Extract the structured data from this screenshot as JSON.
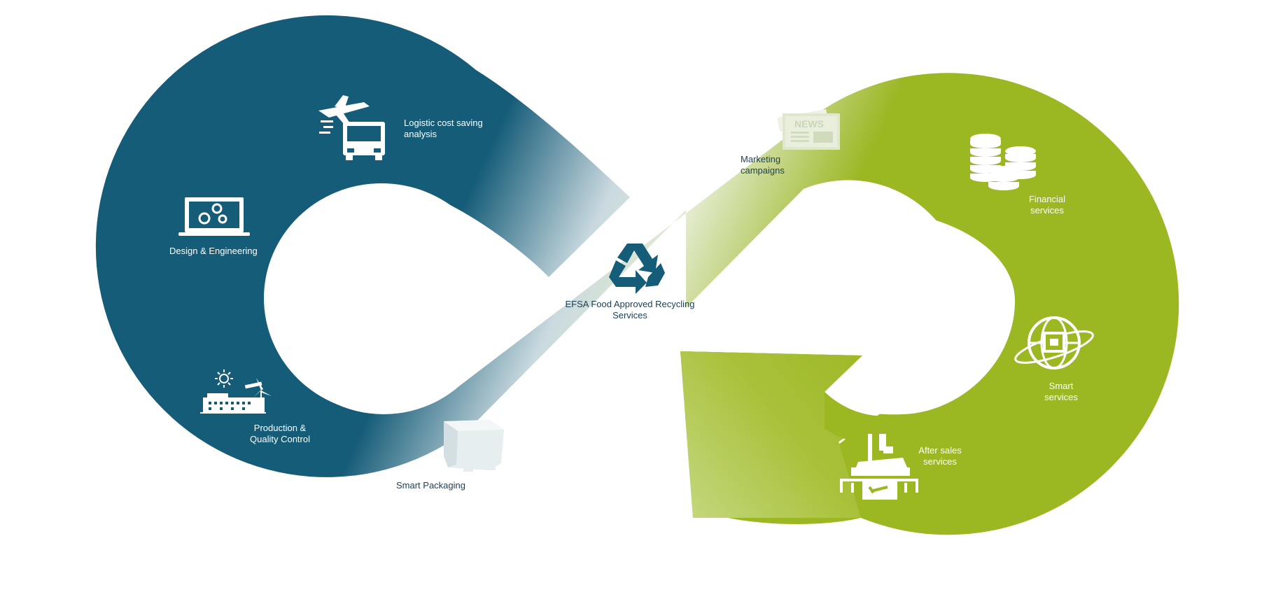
{
  "diagram": {
    "colors": {
      "blue": "#155c78",
      "pale": "#e3ecd0",
      "green": "#9bb722",
      "icon_light": "#ffffff",
      "icon_dark": "#155c78",
      "icon_pale": "#dfe8cf"
    },
    "stages": [
      {
        "id": "logistic",
        "label": "Logistic cost saving\nanalysis",
        "icon": "plane-truck-icon"
      },
      {
        "id": "design",
        "label": "Design & Engineering",
        "icon": "laptop-gears-icon"
      },
      {
        "id": "production",
        "label": "Production &\nQuality Control",
        "icon": "factory-solar-wind-icon"
      },
      {
        "id": "packaging",
        "label": "Smart Packaging",
        "icon": "smart-box-icon"
      },
      {
        "id": "recycling",
        "label": "EFSA Food Approved Recycling\nServices",
        "icon": "recycle-icon"
      },
      {
        "id": "marketing",
        "label": "Marketing\ncampaigns",
        "icon": "newspaper-icon"
      },
      {
        "id": "financial",
        "label": "Financial\nservices",
        "icon": "coin-stacks-icon"
      },
      {
        "id": "smart",
        "label": "Smart\nservices",
        "icon": "globe-box-icon"
      },
      {
        "id": "aftersales",
        "label": "After sales\nservices",
        "icon": "machine-wrench-icon"
      }
    ],
    "newspaper_text": "NEWS"
  }
}
